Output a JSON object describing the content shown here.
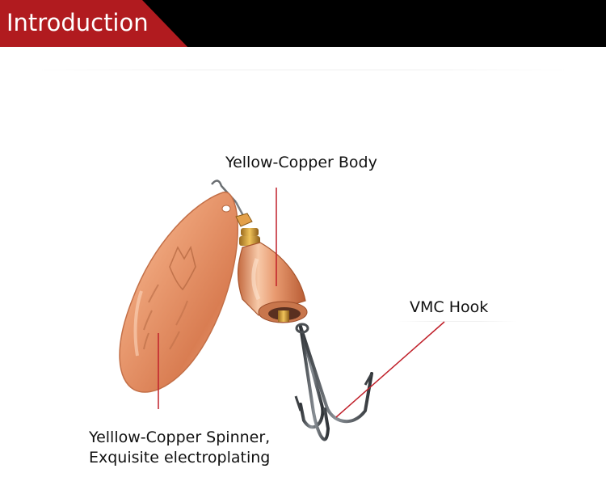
{
  "header": {
    "title": "Introduction",
    "tab_color": "#b11b1f",
    "bar_color": "#000000"
  },
  "callouts": {
    "body_label": "Yellow-Copper Body",
    "hook_label": "VMC Hook",
    "spinner_line1": "Yelllow-Copper Spinner,",
    "spinner_line2": "Exquisite electroplating"
  },
  "colors": {
    "leader_line": "#c0202a",
    "copper": "#e89a70",
    "hook_metal": "#555a60"
  },
  "icons": {
    "lure": "spinner-lure-illustration"
  }
}
